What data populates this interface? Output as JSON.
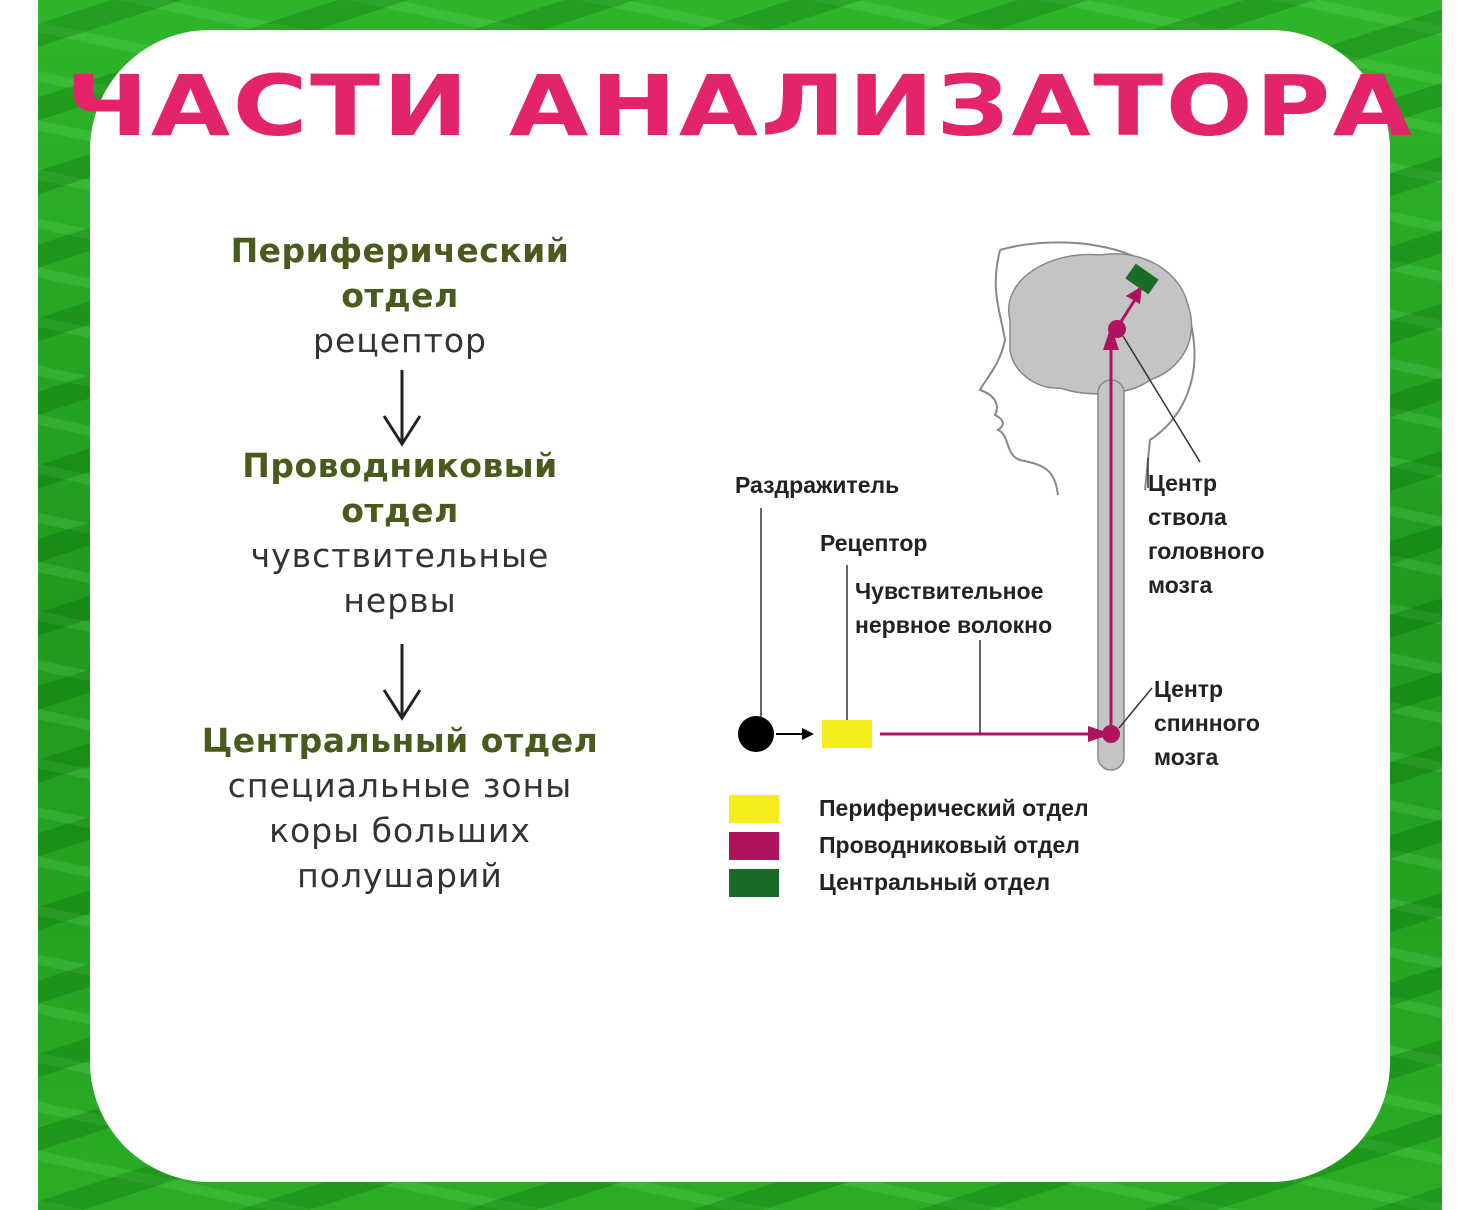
{
  "title": "ЧАСТИ АНАЛИЗАТОРА",
  "flow": [
    {
      "head": "Периферический отдел",
      "desc": "рецептор"
    },
    {
      "head": "Проводниковый отдел",
      "desc": "чувствительные нервы"
    },
    {
      "head": "Центральный отдел",
      "desc": "специальные зоны коры больших полушарий"
    }
  ],
  "diagram": {
    "stimulus_label": "Раздражитель",
    "receptor_label": "Рецептор",
    "fiber_label_line1": "Чувствительное",
    "fiber_label_line2": "нервное волокно",
    "brainstem_center_label": [
      "Центр",
      "ствола",
      "головного",
      "мозга"
    ],
    "spinal_center_label": [
      "Центр",
      "спинного",
      "мозга"
    ]
  },
  "legend": [
    {
      "label": "Периферический отдел",
      "color": "#f6ec1a"
    },
    {
      "label": "Проводниковый отдел",
      "color": "#b0135e"
    },
    {
      "label": "Центральный отдел",
      "color": "#1a6b2a"
    }
  ],
  "colors": {
    "title": "#e3246a",
    "heading": "#4a5a1c",
    "frame": "#27a823",
    "pathway": "#b0135e",
    "cortex_block": "#1a6b2a",
    "receptor_block": "#f6ec1a",
    "brain_fill": "#c4c4c4"
  },
  "icons": [
    "down-arrow-icon",
    "stimulus-dot-icon",
    "arrow-icon"
  ]
}
